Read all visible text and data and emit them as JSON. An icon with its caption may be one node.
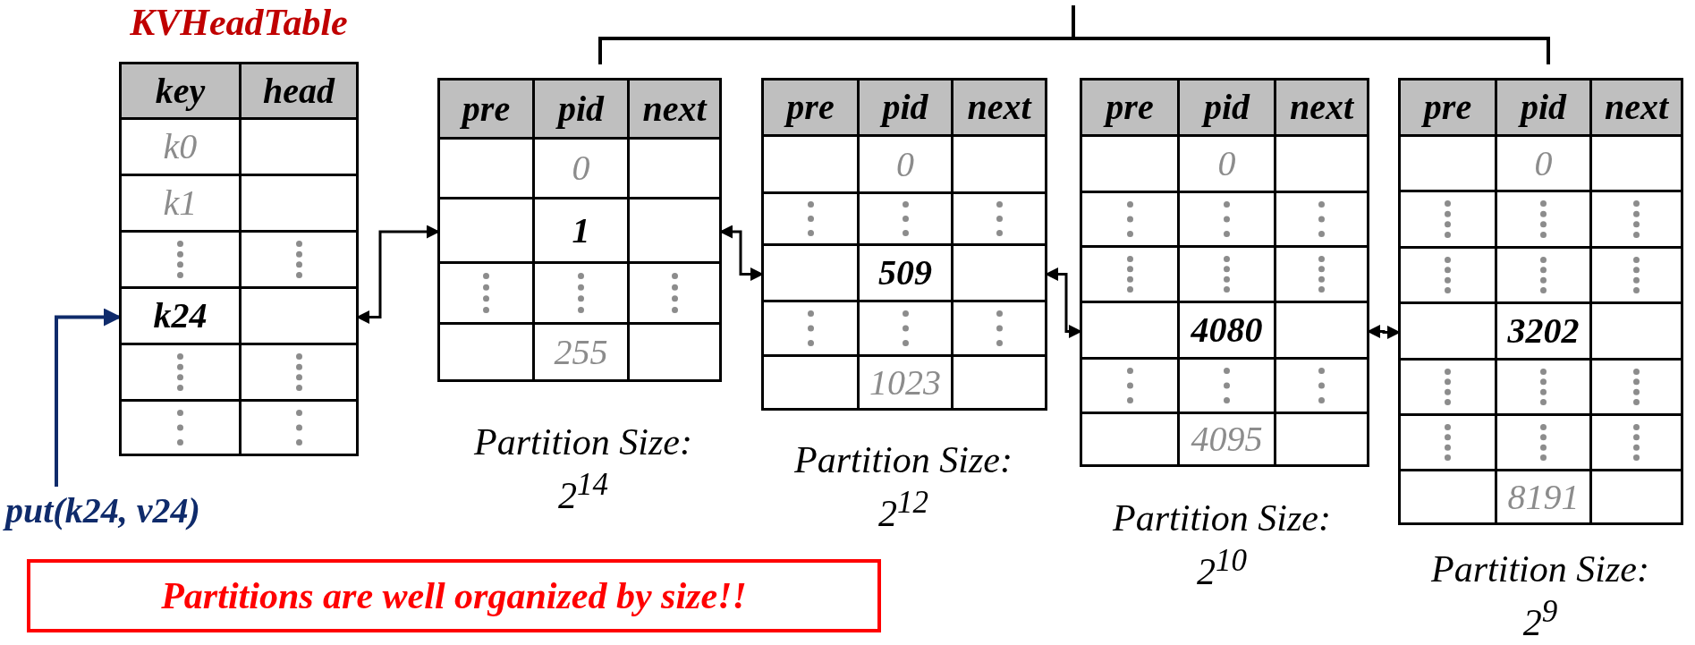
{
  "diagram": {
    "nodes": [
      {
        "text": [
          "KVHeadTable",
          "key",
          "head",
          "k0",
          "k1"
        ]
      },
      {
        "text": [
          "k24"
        ],
        "in": 0
      },
      {
        "text": [],
        "shape": "box",
        "in": 0
      },
      {
        "text": [
          "pre",
          "pid",
          "next",
          "0",
          "1",
          "255"
        ],
        "beside": [
          "Partition Size: 2$^{14}$"
        ]
      },
      {
        "text": [],
        "shape": "box",
        "in": 3
      },
      {
        "text": [],
        "shape": "box",
        "in": 3
      },
      {
        "text": [
          "pre",
          "pid",
          "next",
          "0",
          "509",
          "1023"
        ],
        "beside": [
          "Partition Size: 2$^{12}$"
        ]
      },
      {
        "text": [],
        "shape": "box",
        "in": 6
      },
      {
        "text": [],
        "shape": "box",
        "in": 6
      },
      {
        "text": [
          "pre",
          "pid",
          "next",
          "0",
          "4080",
          "4095"
        ],
        "beside": [
          "Partition Size: 2$^{10}$"
        ]
      },
      {
        "text": [],
        "shape": "box",
        "in": 9
      },
      {
        "text": [],
        "shape": "box",
        "in": 9
      },
      {
        "text": [
          "pre",
          "pid",
          "next",
          "0",
          "3202",
          "8191"
        ],
        "beside": [
          "Partition Size: 2$^{9}$"
        ]
      },
      {
        "text": [],
        "shape": "box",
        "in": 12
      },
      {
        "text": [
          "put(k24, v24)"
        ]
      },
      {
        "text": [
          "Partitions are well organized by size!!"
        ]
      }
    ],
    "edges": [
      {
        "from": 14,
        "to": 1,
        "arrow": "to",
        "color": "#0f2b6b"
      },
      {
        "from": 2,
        "to": 4,
        "arrow": "both"
      },
      {
        "from": 5,
        "to": 7,
        "arrow": "both"
      },
      {
        "from": 8,
        "to": 10,
        "arrow": "both"
      },
      {
        "from": 11,
        "to": 13,
        "arrow": "both"
      }
    ]
  }
}
